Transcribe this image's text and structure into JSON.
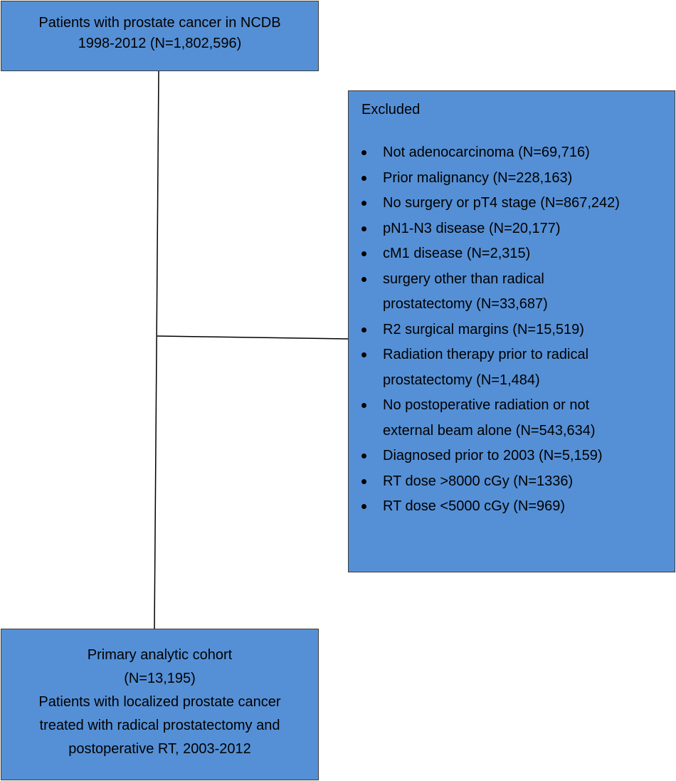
{
  "top_box": {
    "lines": [
      "Patients with prostate cancer in NCDB",
      "1998-2012 (N=1,802,596)"
    ]
  },
  "excluded_box": {
    "title": "Excluded",
    "items": [
      [
        "Not adenocarcinoma (N=69,716)"
      ],
      [
        "Prior malignancy (N=228,163)"
      ],
      [
        "No surgery or pT4 stage (N=867,242)"
      ],
      [
        "pN1-N3 disease (N=20,177)"
      ],
      [
        "cM1 disease (N=2,315)"
      ],
      [
        "surgery other than radical",
        "prostatectomy (N=33,687)"
      ],
      [
        "R2 surgical margins (N=15,519)"
      ],
      [
        "Radiation therapy prior to radical",
        "prostatectomy (N=1,484)"
      ],
      [
        "No postoperative radiation or not",
        "external beam alone (N=543,634)"
      ],
      [
        "Diagnosed prior to 2003 (N=5,159)"
      ],
      [
        "RT dose >8000 cGy (N=1336)"
      ],
      [
        "RT dose <5000 cGy (N=969)"
      ]
    ]
  },
  "bottom_box": {
    "lines": [
      "Primary analytic cohort",
      "(N=13,195)",
      "Patients with localized prostate cancer",
      "treated with radical prostatectomy and",
      "postoperative RT, 2003-2012"
    ]
  },
  "colors": {
    "box_fill": "#5590d6",
    "box_border": "#3b3b3b",
    "connector": "#000000"
  }
}
